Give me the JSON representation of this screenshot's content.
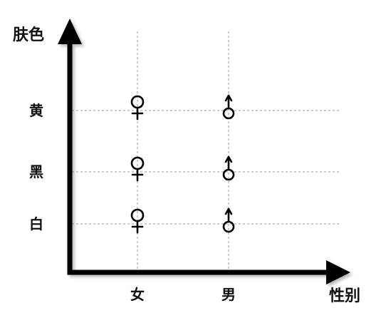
{
  "chart_data": {
    "type": "scatter",
    "x_categories": [
      "女",
      "男"
    ],
    "y_categories": [
      "白",
      "黑",
      "黄"
    ],
    "xlabel": "性别",
    "ylabel": "肤色",
    "grid": true,
    "points": [
      {
        "x": "女",
        "y": "黄",
        "symbol": "female-symbol"
      },
      {
        "x": "男",
        "y": "黄",
        "symbol": "male-symbol"
      },
      {
        "x": "女",
        "y": "黑",
        "symbol": "female-symbol"
      },
      {
        "x": "男",
        "y": "黑",
        "symbol": "male-symbol"
      },
      {
        "x": "女",
        "y": "白",
        "symbol": "female-symbol"
      },
      {
        "x": "男",
        "y": "白",
        "symbol": "male-symbol"
      }
    ]
  }
}
